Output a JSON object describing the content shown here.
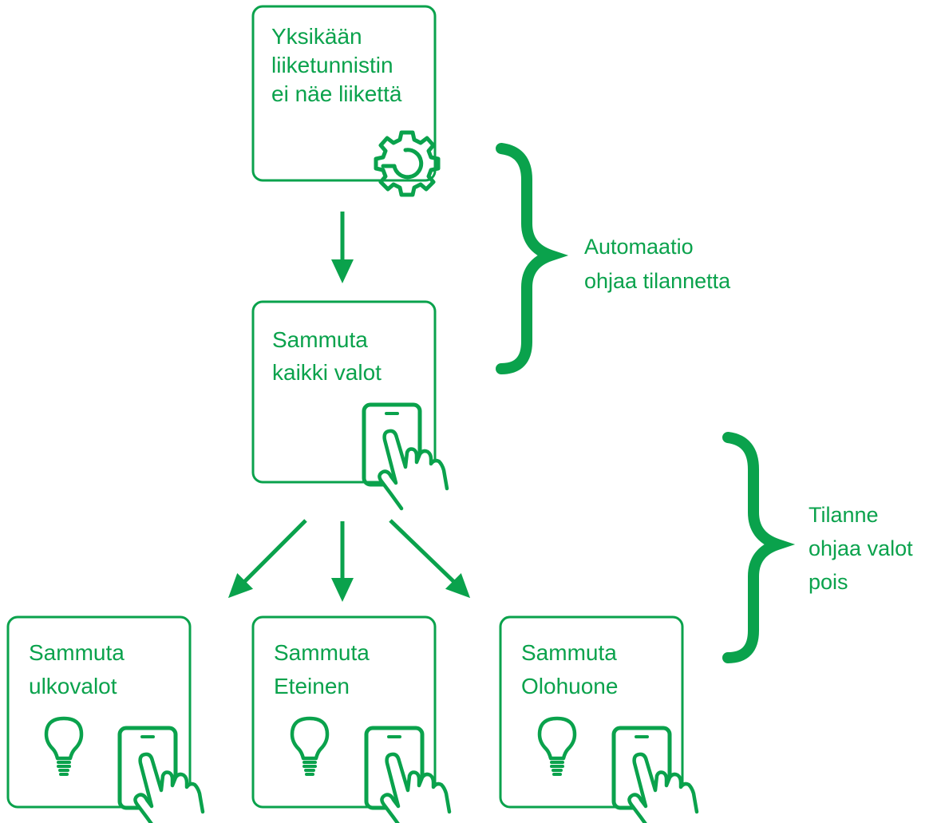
{
  "colors": {
    "accent": "#0aa24c"
  },
  "trigger": {
    "line1": "Yksikään",
    "line2": "liiketunnistin",
    "line3": "ei näe liikettä",
    "icon": "gear-icon"
  },
  "scene_all": {
    "line1": "Sammuta",
    "line2": "kaikki valot",
    "icon": "phone-tap-icon"
  },
  "scenes": [
    {
      "line1": "Sammuta",
      "line2": "ulkovalot",
      "icons": [
        "lightbulb-icon",
        "phone-tap-icon"
      ]
    },
    {
      "line1": "Sammuta",
      "line2": "Eteinen",
      "icons": [
        "lightbulb-icon",
        "phone-tap-icon"
      ]
    },
    {
      "line1": "Sammuta",
      "line2": "Olohuone",
      "icons": [
        "lightbulb-icon",
        "phone-tap-icon"
      ]
    }
  ],
  "brace_automation": {
    "line1": "Automaatio",
    "line2": "ohjaa tilannetta"
  },
  "brace_scene": {
    "line1": "Tilanne",
    "line2": "ohjaa valot",
    "line3": "pois"
  }
}
